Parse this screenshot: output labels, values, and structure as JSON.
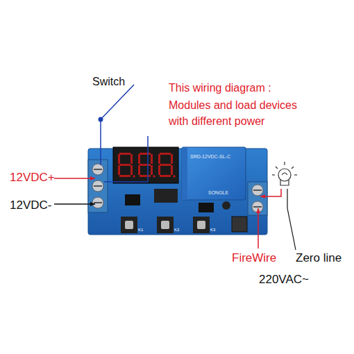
{
  "diagram": {
    "labels": [
      "Switch",
      "This wiring diagram :",
      "Modules and load devices with different power",
      "12VDC+",
      "12VDC-",
      "FireWire",
      "Zero line",
      "220VAC~",
      "SRD-12VDC-SL-C",
      "SONGLE",
      "K1",
      "K2",
      "K3"
    ]
  }
}
